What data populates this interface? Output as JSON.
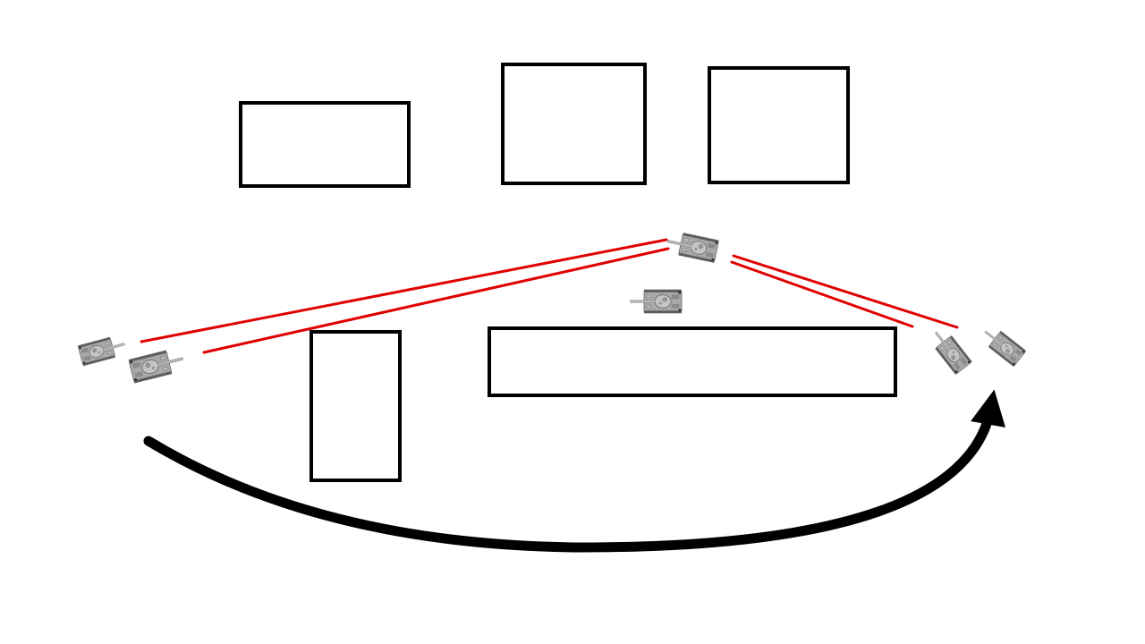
{
  "diagram": {
    "type": "tactical-map",
    "background_color": "#ffffff",
    "colors": {
      "obstacle_stroke": "#000000",
      "sightline": "#e00000",
      "flank_arrow": "#000000",
      "tank_body": "#a9a9a9",
      "tank_hull_detail": "#7a7a7a",
      "tank_track": "#5c5c5c"
    },
    "obstacles": [
      {
        "id": "building-1",
        "shape": "rectangle"
      },
      {
        "id": "building-2",
        "shape": "rectangle"
      },
      {
        "id": "building-3",
        "shape": "rectangle"
      },
      {
        "id": "building-4",
        "shape": "rectangle"
      },
      {
        "id": "building-5",
        "shape": "rectangle"
      }
    ],
    "tanks": [
      {
        "id": "tank-left-1",
        "group": "left-pair",
        "facing": "right"
      },
      {
        "id": "tank-left-2",
        "group": "left-pair",
        "facing": "right"
      },
      {
        "id": "tank-center-top",
        "group": "center",
        "facing": "left"
      },
      {
        "id": "tank-center-mid",
        "group": "center",
        "facing": "left"
      },
      {
        "id": "tank-right-1",
        "group": "right-pair",
        "facing": "left"
      },
      {
        "id": "tank-right-2",
        "group": "right-pair",
        "facing": "left"
      }
    ],
    "sightlines": [
      {
        "from": "tank-left-1",
        "to": "tank-center-top"
      },
      {
        "from": "tank-left-2",
        "to": "tank-center-top"
      },
      {
        "from": "tank-center-top",
        "to": "tank-right-1"
      },
      {
        "from": "tank-center-top",
        "to": "tank-right-2"
      }
    ],
    "flank_arrow": {
      "from": "left-pair",
      "to": "right-pair",
      "direction": "clockwise"
    }
  }
}
